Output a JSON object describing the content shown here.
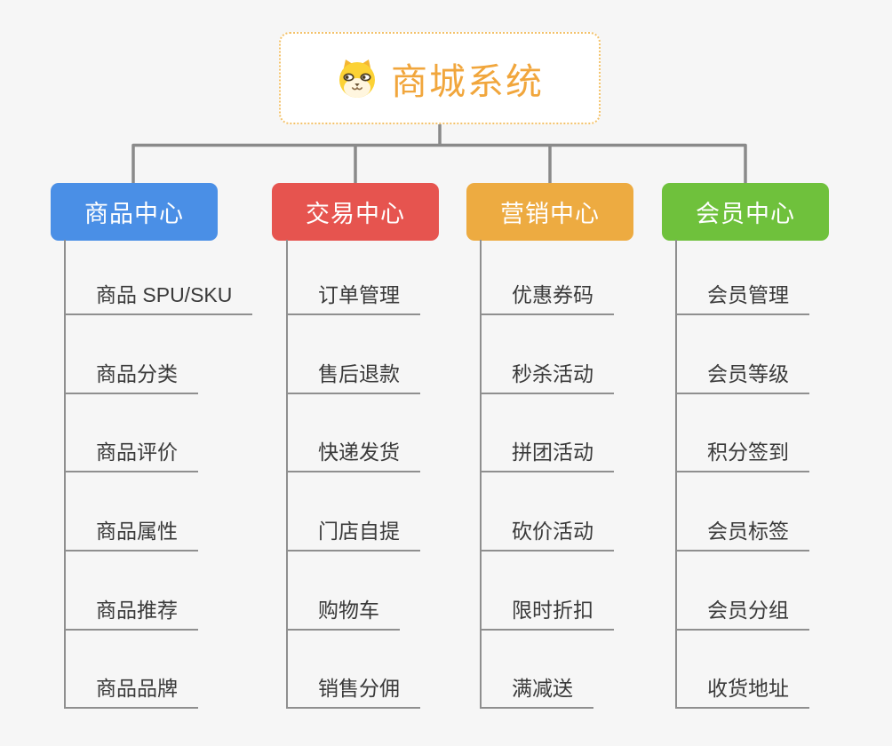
{
  "canvas": {
    "background": "#f6f6f6"
  },
  "root": {
    "label": "商城系统",
    "icon": "dog-face-icon",
    "text_color": "#f1a63c",
    "border_color": "#f3c26a",
    "background": "#ffffff"
  },
  "branches": [
    {
      "label": "商品中心",
      "color": "#4a8fe6",
      "items": [
        "商品 SPU/SKU",
        "商品分类",
        "商品评价",
        "商品属性",
        "商品推荐",
        "商品品牌"
      ]
    },
    {
      "label": "交易中心",
      "color": "#e6544f",
      "items": [
        "订单管理",
        "售后退款",
        "快递发货",
        "门店自提",
        "购物车",
        "销售分佣"
      ]
    },
    {
      "label": "营销中心",
      "color": "#edab41",
      "items": [
        "优惠券码",
        "秒杀活动",
        "拼团活动",
        "砍价活动",
        "限时折扣",
        "满减送"
      ]
    },
    {
      "label": "会员中心",
      "color": "#6fc13c",
      "items": [
        "会员管理",
        "会员等级",
        "积分签到",
        "会员标签",
        "会员分组",
        "收货地址"
      ]
    }
  ],
  "colors": {
    "connector": "#8a8a8a",
    "leaf_line": "#8f8f8f",
    "leaf_text": "#3a3a3a",
    "branch_text": "#ffffff"
  }
}
